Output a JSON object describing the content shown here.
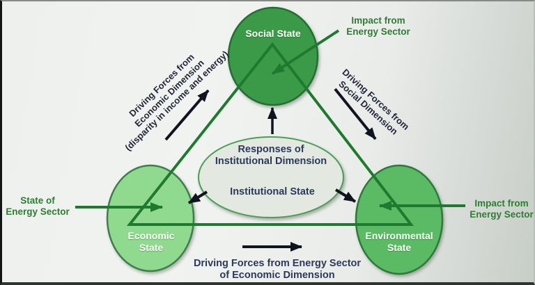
{
  "colors": {
    "social_fill": "#3a9a48",
    "social_stroke": "#256e33",
    "economic_fill": "#90da90",
    "economic_stroke": "#3f7d4e",
    "environmental_fill": "#5bbb64",
    "environmental_stroke": "#2c7a3a",
    "institutional_fill": "#e3e8e1",
    "institutional_stroke": "#49a055",
    "green_line": "#1e7a2e",
    "black_arrow": "#10141f",
    "text_white": "#ffffff",
    "text_green": "#2e7d32",
    "text_navy": "#2b3a5a",
    "text_dark": "#1d2435",
    "background_light": "#edf0ed",
    "background_dark": "#c7cdc7"
  },
  "nodes": {
    "social": {
      "label": "Social State"
    },
    "economic": {
      "line1": "Economic",
      "line2": "State"
    },
    "environmental": {
      "line1": "Environmental",
      "line2": "State"
    },
    "institutional": {
      "responses_line1": "Responses of",
      "responses_line2": "Institutional Dimension",
      "state_label": "Institutional State"
    }
  },
  "annotations": {
    "impact_top": {
      "line1": "Impact from",
      "line2": "Energy Sector"
    },
    "driving_economic": {
      "line1": "Driving Forces from",
      "line2": "Economic Dimension",
      "line3": "(disparity in income and energy)"
    },
    "driving_social": {
      "line1": "Driving Forces from",
      "line2": "Social Dimension"
    },
    "state_energy_left": {
      "line1": "State of",
      "line2": "Energy Sector"
    },
    "impact_right": {
      "line1": "Impact from",
      "line2": "Energy Sector"
    },
    "driving_energy_bottom": {
      "line1": "Driving Forces from Energy Sector",
      "line2": "of Economic Dimension"
    }
  }
}
